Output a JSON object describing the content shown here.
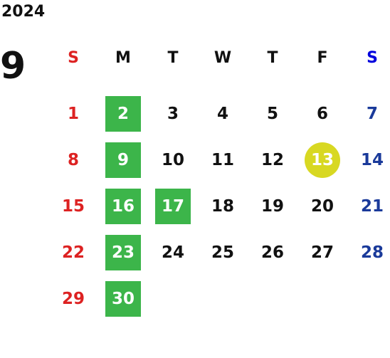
{
  "calendar": {
    "year": "2024",
    "month": "9",
    "weekdays": [
      {
        "label": "S",
        "kind": "sun"
      },
      {
        "label": "M",
        "kind": "weekday"
      },
      {
        "label": "T",
        "kind": "weekday"
      },
      {
        "label": "W",
        "kind": "weekday"
      },
      {
        "label": "T",
        "kind": "weekday"
      },
      {
        "label": "F",
        "kind": "weekday"
      },
      {
        "label": "S",
        "kind": "sat"
      }
    ],
    "weeks": [
      [
        {
          "day": "1",
          "highlight": "none"
        },
        {
          "day": "2",
          "highlight": "green"
        },
        {
          "day": "3",
          "highlight": "none"
        },
        {
          "day": "4",
          "highlight": "none"
        },
        {
          "day": "5",
          "highlight": "none"
        },
        {
          "day": "6",
          "highlight": "none"
        },
        {
          "day": "7",
          "highlight": "none"
        }
      ],
      [
        {
          "day": "8",
          "highlight": "none"
        },
        {
          "day": "9",
          "highlight": "green"
        },
        {
          "day": "10",
          "highlight": "none"
        },
        {
          "day": "11",
          "highlight": "none"
        },
        {
          "day": "12",
          "highlight": "none"
        },
        {
          "day": "13",
          "highlight": "yellow"
        },
        {
          "day": "14",
          "highlight": "none"
        }
      ],
      [
        {
          "day": "15",
          "highlight": "none"
        },
        {
          "day": "16",
          "highlight": "green"
        },
        {
          "day": "17",
          "highlight": "green"
        },
        {
          "day": "18",
          "highlight": "none"
        },
        {
          "day": "19",
          "highlight": "none"
        },
        {
          "day": "20",
          "highlight": "none"
        },
        {
          "day": "21",
          "highlight": "none"
        }
      ],
      [
        {
          "day": "22",
          "highlight": "none"
        },
        {
          "day": "23",
          "highlight": "green"
        },
        {
          "day": "24",
          "highlight": "none"
        },
        {
          "day": "25",
          "highlight": "none"
        },
        {
          "day": "26",
          "highlight": "none"
        },
        {
          "day": "27",
          "highlight": "none"
        },
        {
          "day": "28",
          "highlight": "none"
        }
      ],
      [
        {
          "day": "29",
          "highlight": "none"
        },
        {
          "day": "30",
          "highlight": "green"
        },
        {
          "day": "",
          "highlight": "none"
        },
        {
          "day": "",
          "highlight": "none"
        },
        {
          "day": "",
          "highlight": "none"
        },
        {
          "day": "",
          "highlight": "none"
        },
        {
          "day": "",
          "highlight": "none"
        }
      ]
    ]
  },
  "colors": {
    "sunday": "#dd2222",
    "saturday": "#1a3a9a",
    "saturday_header": "#0000dd",
    "highlight_green": "#3cb54a",
    "highlight_yellow": "#d8d822"
  }
}
